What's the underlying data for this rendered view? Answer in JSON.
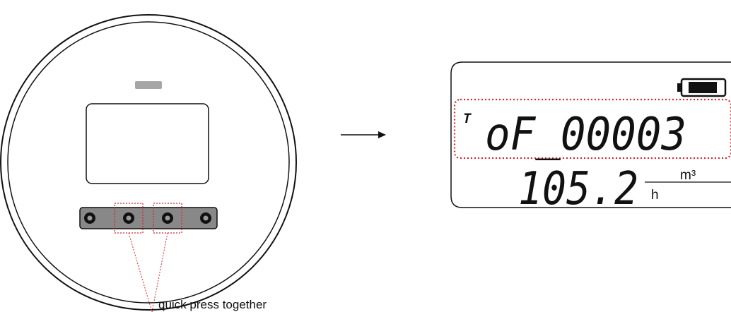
{
  "annotation": {
    "text": "quick press together"
  },
  "display": {
    "mode_indicator": "T",
    "line1": "oF_00003",
    "line2": "105.2",
    "unit_numerator": "m³",
    "unit_denominator": "h",
    "battery_level": 0.8
  },
  "colors": {
    "highlight": "#e0242b",
    "ink": "#111111",
    "indicator_light": "#a6a6a6"
  },
  "icons": [
    "battery-icon",
    "arrow-right-icon"
  ]
}
